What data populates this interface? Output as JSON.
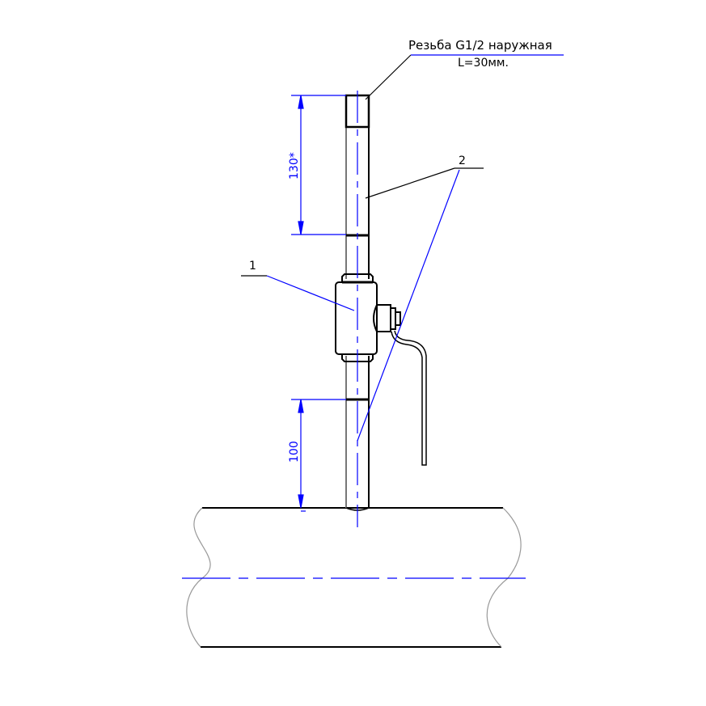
{
  "annotations": {
    "thread_line1": "Резьба G1/2 наружная",
    "thread_line2": "L=30мм.",
    "callout_1": "1",
    "callout_2": "2"
  },
  "dimensions": {
    "upper": "130*",
    "lower": "100"
  },
  "colors": {
    "outline": "#000000",
    "annotation": "#0000ff",
    "break_line": "#999999"
  }
}
